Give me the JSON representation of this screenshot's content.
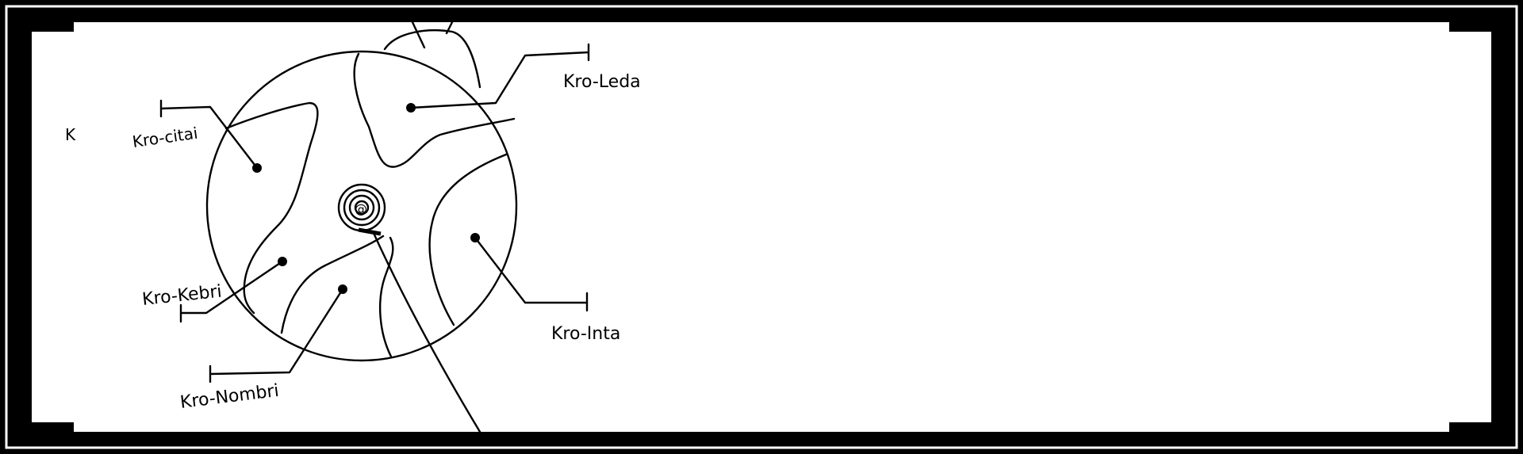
{
  "diagram": {
    "stray_mark": "K",
    "labels": {
      "kro_leda": "Kro-Leda",
      "kro_citai": "Kro-citai",
      "kro_kebri": "Kro-Kebri",
      "kro_inta": "Kro-Inta",
      "kro_nombri": "Kro-Nombri"
    },
    "center_symbol": "@"
  }
}
